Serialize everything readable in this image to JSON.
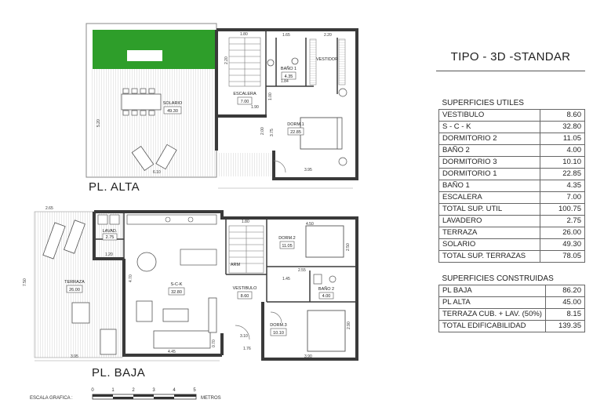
{
  "title": "TIPO - 3D -STANDAR",
  "floors": {
    "upper": "PL. ALTA",
    "lower": "PL. BAJA"
  },
  "rooms": {
    "solario": {
      "name": "SOLARIO",
      "area": "49.30"
    },
    "escalera": {
      "name": "ESCALERA",
      "area": "7.00"
    },
    "bano1": {
      "name": "BAÑO 1",
      "area": "4.35"
    },
    "vestidor": {
      "name": "VESTIDOR"
    },
    "dorm1": {
      "name": "DORM.1",
      "area": "22.85"
    },
    "lavad": {
      "name": "LAVAD.",
      "area": "2.75"
    },
    "terraza": {
      "name": "TERRAZA",
      "area": "26.00"
    },
    "sck": {
      "name": "S-C-K",
      "area": "32.80"
    },
    "arm": {
      "name": "ARM"
    },
    "vestibulo": {
      "name": "VESTIBULO",
      "area": "8.60"
    },
    "dorm2": {
      "name": "DORM.2",
      "area": "11.05"
    },
    "bano2": {
      "name": "BAÑO 2",
      "area": "4.00"
    },
    "dorm3": {
      "name": "DORM.3",
      "area": "10.10"
    }
  },
  "dims": {
    "d180a": "1.80",
    "d165": "1.65",
    "d220": "2.20",
    "d220b": "2.20",
    "d184": "1.84",
    "d190": "1.90",
    "d100": "1.00",
    "d200": "2.00",
    "d375": "3.75",
    "d395a": "3.95",
    "d610": "6.10",
    "d520": "5.20",
    "d265": "2.65",
    "d120": "1.20",
    "d750": "7.50",
    "d470": "4.70",
    "d445": "4.45",
    "d395b": "3.95",
    "d180b": "1.80",
    "d450": "4.50",
    "d255": "2.55",
    "d145": "1.45",
    "d250": "2.50",
    "d310": "3.10",
    "d176": "1.76",
    "d070": "0.70",
    "d390": "3.90",
    "d290": "2.90"
  },
  "scale": {
    "label": "ESCALA GRAFICA :",
    "ticks": [
      "0",
      "1",
      "2",
      "3",
      "4",
      "5"
    ],
    "unit": "METROS"
  },
  "utiles": {
    "header": "SUPERFICIES UTILES",
    "rows": [
      {
        "label": "VESTIBULO",
        "value": "8.60"
      },
      {
        "label": "S - C - K",
        "value": "32.80"
      },
      {
        "label": "DORMITORIO 2",
        "value": "11.05"
      },
      {
        "label": "BAÑO 2",
        "value": "4.00"
      },
      {
        "label": "DORMITORIO 3",
        "value": "10.10"
      },
      {
        "label": "DORMITORIO 1",
        "value": "22.85"
      },
      {
        "label": "BAÑO 1",
        "value": "4.35"
      },
      {
        "label": "ESCALERA",
        "value": "7.00"
      },
      {
        "label": "TOTAL SUP. UTIL",
        "value": "100.75"
      },
      {
        "label": "LAVADERO",
        "value": "2.75"
      },
      {
        "label": "TERRAZA",
        "value": "26.00"
      },
      {
        "label": "SOLARIO",
        "value": "49.30"
      },
      {
        "label": "TOTAL SUP. TERRAZAS",
        "value": "78.05"
      }
    ]
  },
  "construidas": {
    "header": "SUPERFICIES CONSTRUIDAS",
    "rows": [
      {
        "label": "PL BAJA",
        "value": "86.20"
      },
      {
        "label": "PL ALTA",
        "value": "45.00"
      },
      {
        "label": "TERRAZA CUB. + LAV. (50%)",
        "value": "8.15"
      },
      {
        "label": "TOTAL EDIFICABILIDAD",
        "value": "139.35"
      }
    ]
  },
  "colors": {
    "grass": "#2e9e2a",
    "wall": "#3a3a3a",
    "hatch": "#bdbdbd"
  }
}
